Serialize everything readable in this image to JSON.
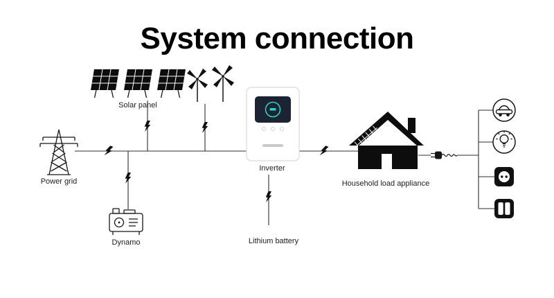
{
  "title": "System connection",
  "labels": {
    "power_grid": "Power grid",
    "solar_panel": "Solar panel",
    "dynamo": "Dynamo",
    "inverter": "Inverter",
    "lithium_battery": "Lithium battery",
    "household_load": "Household load appliance"
  },
  "icons": [
    "power-grid-tower",
    "solar-panels",
    "wind-turbines",
    "dynamo-generator",
    "inverter-device",
    "house-with-solar-roof",
    "lightning-bolt",
    "plug-and-cord",
    "electric-car",
    "light-bulb",
    "power-socket",
    "light-switch"
  ],
  "colors": {
    "ink": "#111111",
    "line": "#2e2e2e",
    "display_bg": "#1c2433",
    "display_accent": "#2bd6c9",
    "device_border": "#e0e0e0"
  }
}
